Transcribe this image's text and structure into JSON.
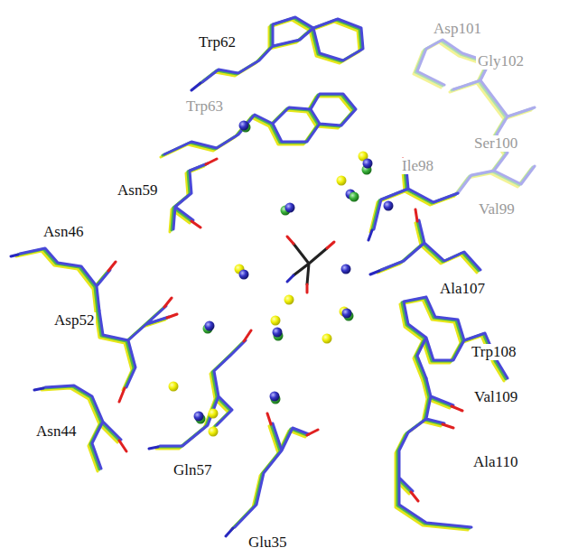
{
  "diagram": {
    "labels": [
      "Trp62",
      "Asp101",
      "Gly102",
      "Trp63",
      "Ser100",
      "Ile98",
      "Asn59",
      "Val99",
      "Asn46",
      "Ala107",
      "Asp52",
      "Trp108",
      "Val109",
      "Asn44",
      "Ala110",
      "Gln57",
      "Glu35"
    ]
  }
}
